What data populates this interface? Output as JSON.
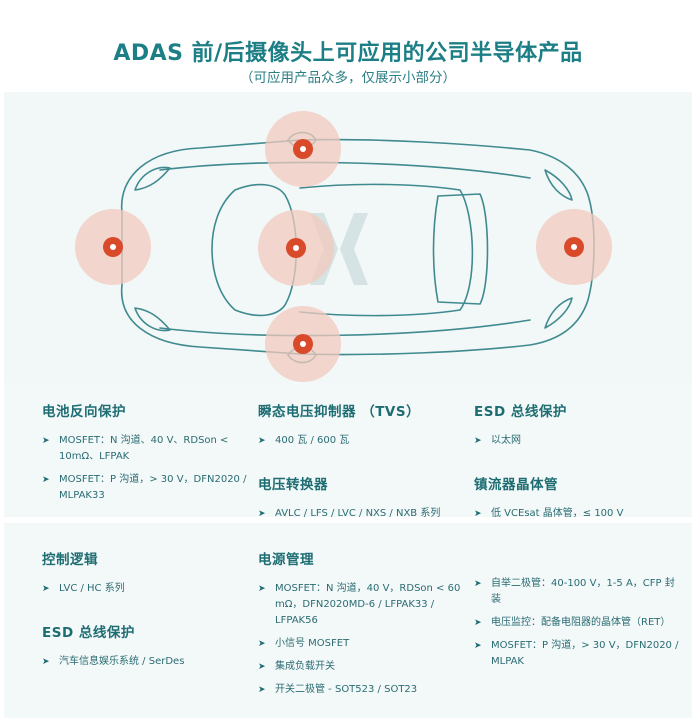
{
  "header": {
    "title": "ADAS 前/后摄像头上可应用的公司半导体产品",
    "subtitle": "（可应用产品众多，仅展示小部分）"
  },
  "colors": {
    "title": "#1d7f86",
    "car_outline": "#3f8a8f",
    "hotspot_halo": "#f2c9bd",
    "hotspot_dot": "#d94a2a",
    "panel_bg": "#f2f7f7"
  },
  "sections": {
    "battery": {
      "title": "电池反向保护",
      "items": [
        "MOSFET：N 沟道、40 V、RDSon < 10mΩ、LFPAK",
        "MOSFET：P 沟道，> 30 V，DFN2020 / MLPAK33"
      ]
    },
    "tvs": {
      "title": "瞬态电压抑制器 （TVS）",
      "items": [
        "400 瓦 / 600 瓦"
      ]
    },
    "esd_bus": {
      "title": "ESD 总线保护",
      "items": [
        "以太网"
      ]
    },
    "level": {
      "title": "电压转换器",
      "items": [
        "AVLC / LFS / LVC / NXS / NXB 系列"
      ]
    },
    "ballast": {
      "title": "镇流器晶体管",
      "items": [
        "低 VCEsat 晶体管，≤ 100 V"
      ]
    },
    "logic": {
      "title": "控制逻辑",
      "items": [
        "LVC / HC 系列"
      ]
    },
    "esd_infotain": {
      "title": "ESD 总线保护",
      "items": [
        "汽车信息娱乐系统 / SerDes"
      ]
    },
    "power": {
      "title": "电源管理",
      "items": [
        "MOSFET：N 沟道，40 V，RDSon < 60 mΩ，DFN2020MD-6 / LFPAK33 / LFPAK56",
        "小信号 MOSFET",
        "集成负载开关",
        "开关二极管 - SOT523 / SOT23"
      ]
    },
    "power_right": {
      "items": [
        "自举二极管：40-100 V，1-5 A，CFP 封装",
        "电压监控：配备电阻器的晶体管（RET）",
        "MOSFET：P 沟道，> 30 V，DFN2020 / MLPAK"
      ]
    }
  }
}
